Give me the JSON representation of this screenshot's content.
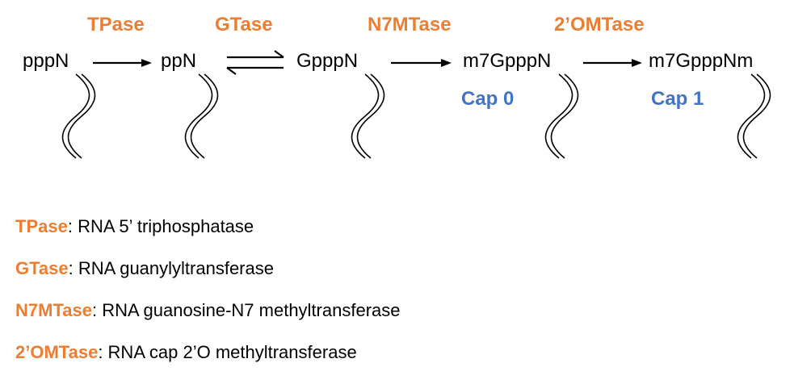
{
  "enzymes": [
    {
      "name": "TPase"
    },
    {
      "name": "GTase"
    },
    {
      "name": "N7MTase"
    },
    {
      "name": "2’OMTase"
    }
  ],
  "species": [
    {
      "label": "pppN"
    },
    {
      "label": "ppN"
    },
    {
      "label": "GpppN"
    },
    {
      "label": "m7GpppN",
      "cap": "Cap 0"
    },
    {
      "label": "m7GpppNm",
      "cap": "Cap 1"
    }
  ],
  "legend": [
    {
      "abbr": "TPase",
      "sep": ": ",
      "text": "RNA 5’ triphosphatase"
    },
    {
      "abbr": "GTase",
      "sep": ": ",
      "text": "RNA guanylyltransferase"
    },
    {
      "abbr": "N7MTase",
      "sep": ": ",
      "text": "RNA guanosine-N7 methyltransferase"
    },
    {
      "abbr": "2’OMTase",
      "sep": ": ",
      "text": "RNA cap 2’O methyltransferase"
    }
  ],
  "colors": {
    "enzyme": "#ED7D31",
    "cap": "#4472C4",
    "text": "#000000"
  }
}
